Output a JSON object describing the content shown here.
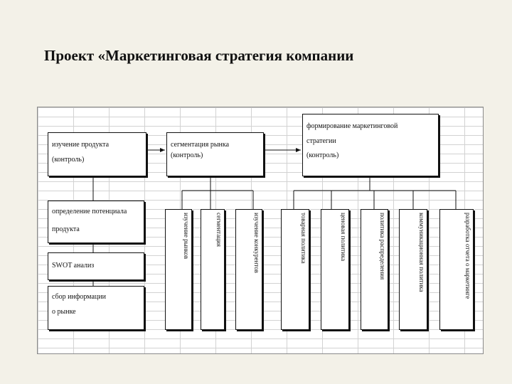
{
  "title": "Проект «Маркетинговая стратегия компании",
  "top_boxes": [
    {
      "line1": "изучение продукта",
      "line2": "(контроль)"
    },
    {
      "line1": "сегментация рынка",
      "line2": "(контроль)"
    },
    {
      "line1": "формирование маркетинговой",
      "line2": "стратегии",
      "line3": "(контроль)"
    }
  ],
  "left_boxes": [
    {
      "line1": "определение потенциала",
      "line2": "продукта"
    },
    {
      "line1": "SWOT анализ"
    },
    {
      "line1": "сбор информации",
      "line2": "о рынке"
    }
  ],
  "segment_tasks": [
    "изучение рынков",
    "сегментация",
    "изучение конкурентов"
  ],
  "strategy_tasks": [
    "товарная политика",
    "ценовая политика",
    "политика распределения",
    "коммуникационная политика",
    "разработка отчета о маркетинге"
  ]
}
